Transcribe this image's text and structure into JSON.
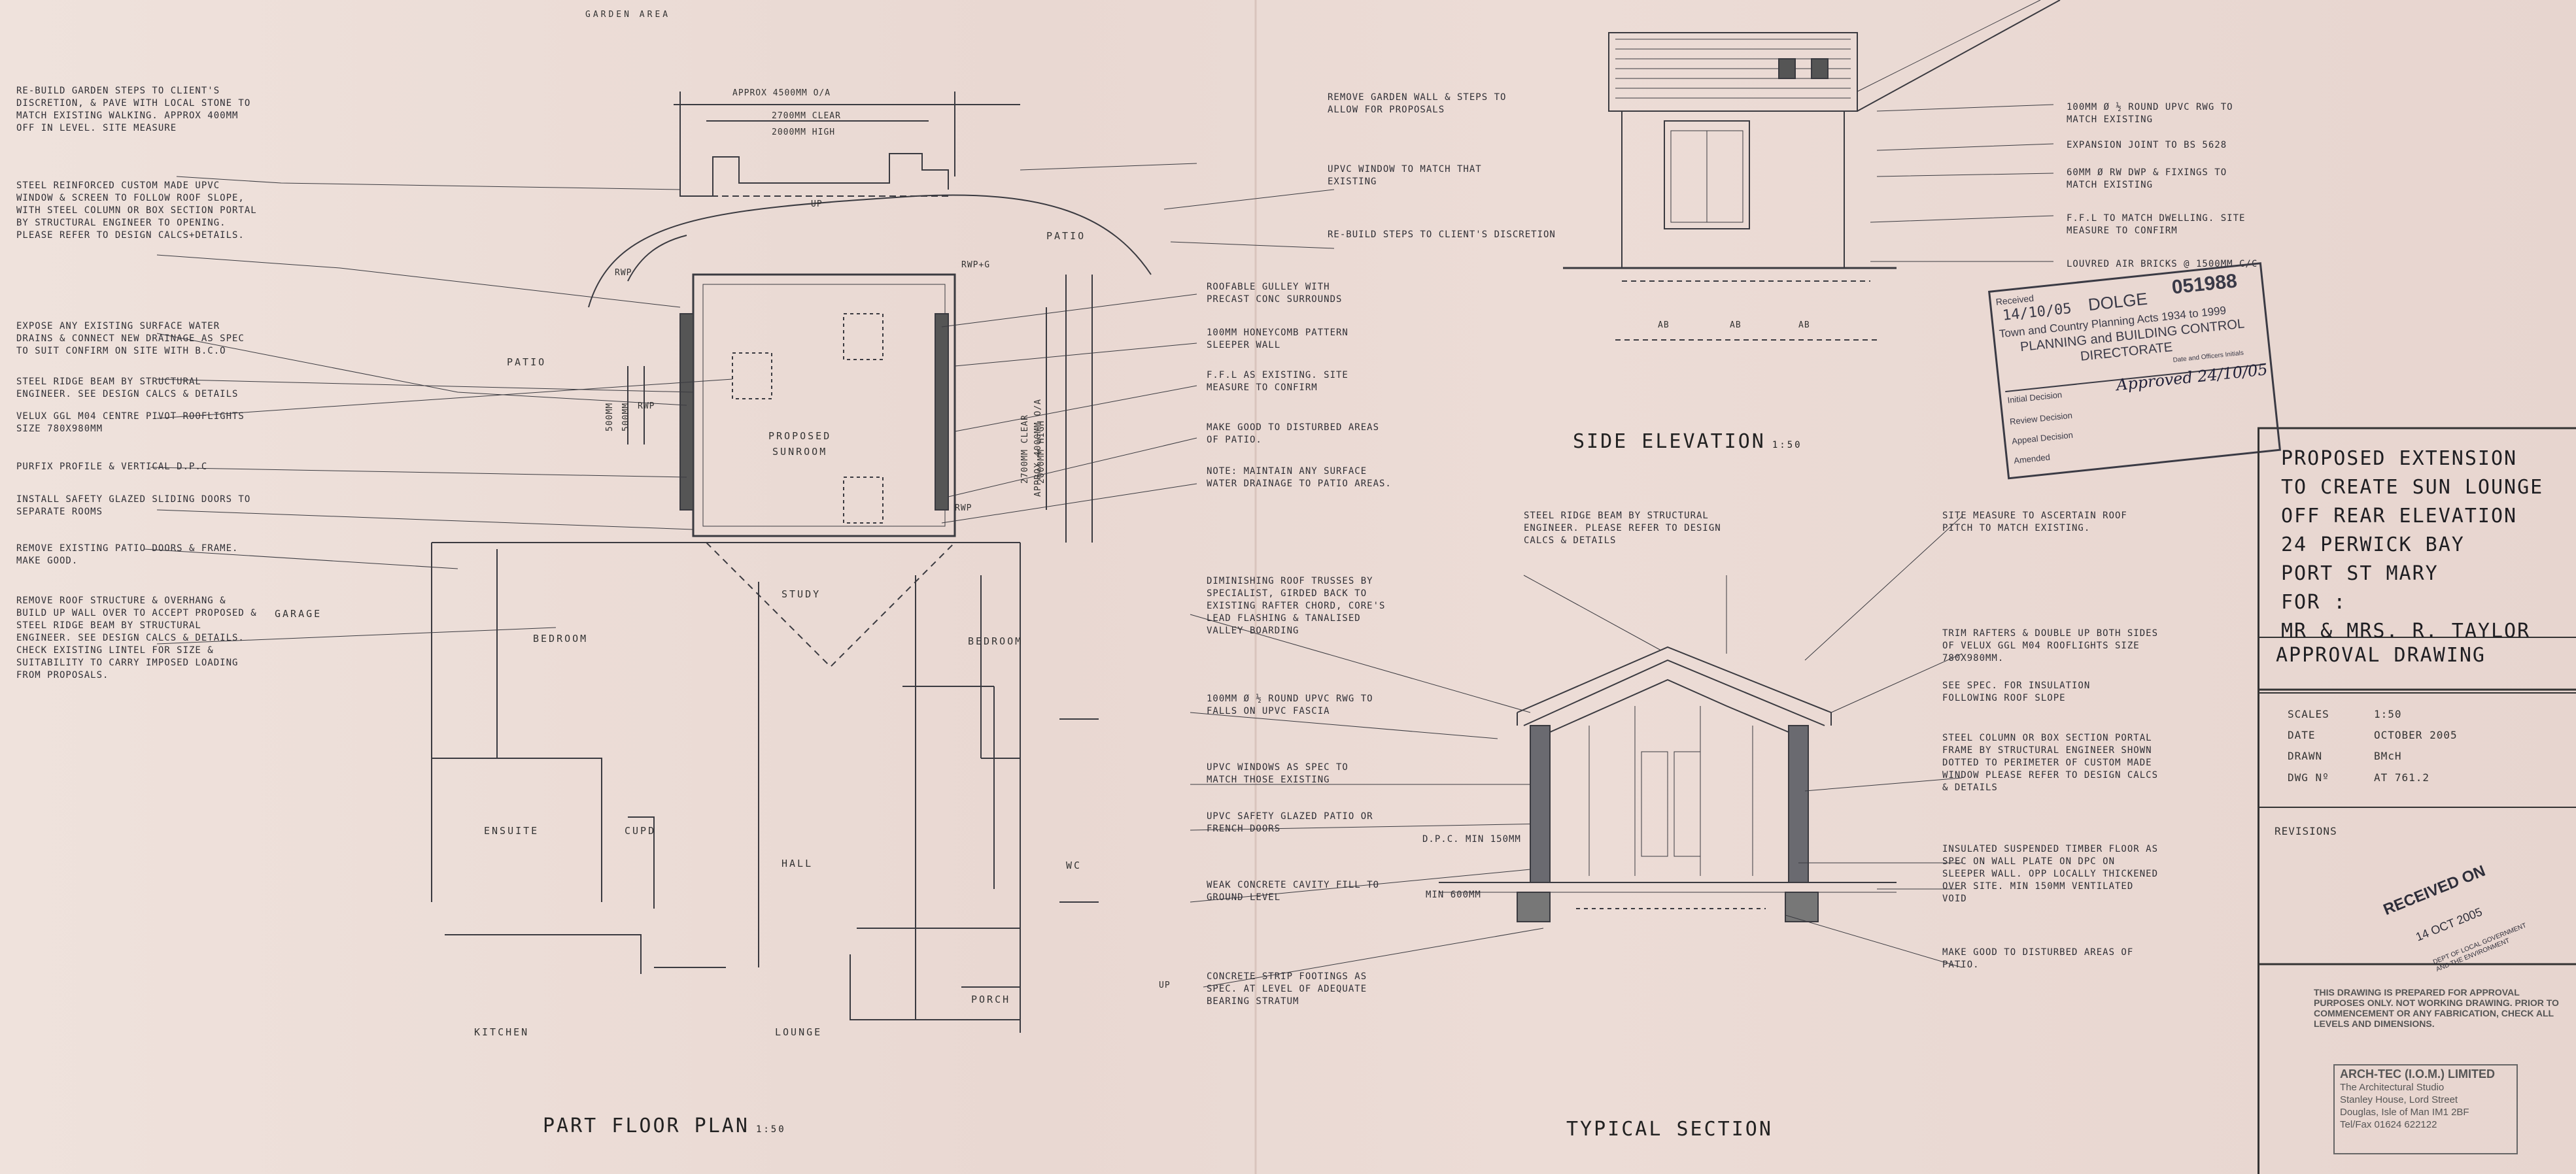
{
  "header_label": "GARDEN AREA",
  "plan_notes": {
    "n1": "RE-BUILD GARDEN STEPS TO CLIENT'S DISCRETION, & PAVE WITH LOCAL STONE TO MATCH EXISTING WALKING. APPROX 400MM OFF IN LEVEL. SITE MEASURE",
    "n2": "STEEL REINFORCED CUSTOM MADE UPVC WINDOW & SCREEN TO FOLLOW ROOF SLOPE, WITH STEEL COLUMN OR BOX SECTION PORTAL BY STRUCTURAL ENGINEER TO OPENING. PLEASE REFER TO DESIGN CALCS+DETAILS.",
    "n3": "EXPOSE ANY EXISTING SURFACE WATER DRAINS & CONNECT NEW DRAINAGE AS SPEC TO SUIT CONFIRM ON SITE WITH B.C.O",
    "n4": "STEEL RIDGE BEAM BY STRUCTURAL ENGINEER. SEE DESIGN CALCS & DETAILS",
    "n5": "VELUX GGL M04 CENTRE PIVOT ROOFLIGHTS SIZE 780x980MM",
    "n6": "PURFIX PROFILE & VERTICAL D.P.C",
    "n7": "INSTALL SAFETY GLAZED SLIDING DOORS TO SEPARATE ROOMS",
    "n8": "REMOVE EXISTING PATIO DOORS & FRAME. MAKE GOOD.",
    "n9": "REMOVE ROOF STRUCTURE & OVERHANG & BUILD UP WALL OVER TO ACCEPT PROPOSED & STEEL RIDGE BEAM BY STRUCTURAL ENGINEER. SEE DESIGN CALCS & DETAILS. CHECK EXISTING LINTEL FOR SIZE & SUITABILITY TO CARRY IMPOSED LOADING FROM PROPOSALS."
  },
  "middle_notes": {
    "m1": "REMOVE GARDEN WALL & STEPS TO ALLOW FOR PROPOSALS",
    "m2": "UPVC WINDOW TO MATCH THAT EXISTING",
    "m3": "RE-BUILD STEPS TO CLIENT'S DISCRETION",
    "m4": "ROOFABLE GULLEY WITH PRECAST CONC SURROUNDS",
    "m5": "100MM HONEYCOMB PATTERN SLEEPER WALL",
    "m6": "F.F.L AS EXISTING. SITE MEASURE TO CONFIRM",
    "m7": "MAKE GOOD TO DISTURBED AREAS OF PATIO.",
    "m8": "NOTE: MAINTAIN ANY SURFACE WATER DRAINAGE TO PATIO AREAS.",
    "m9": "DIMINISHING ROOF TRUSSES BY SPECIALIST, GIRDED BACK TO EXISTING RAFTER CHORD, CORE'S LEAD FLASHING & TANALISED VALLEY BOARDING",
    "m10": "100MM Ø ½ ROUND UPVC RWG TO FALLS ON UPVC FASCIA",
    "m11": "UPVC WINDOWS AS SPEC TO MATCH THOSE EXISTING",
    "m12": "UPVC SAFETY GLAZED PATIO OR FRENCH DOORS",
    "m13": "WEAK CONCRETE CAVITY FILL TO GROUND LEVEL",
    "m14": "CONCRETE STRIP FOOTINGS AS SPEC. AT LEVEL OF ADEQUATE BEARING STRATUM"
  },
  "elevation_notes": {
    "e1": "100MM Ø ½ ROUND UPVC RWG TO MATCH EXISTING",
    "e2": "EXPANSION JOINT TO BS 5628",
    "e3": "60MM Ø RW DWP & FIXINGS TO MATCH EXISTING",
    "e4": "F.F.L TO MATCH DWELLING. SITE MEASURE TO CONFIRM",
    "e5": "LOUVRED AIR BRICKS @ 1500MM C/C"
  },
  "section_notes": {
    "s1": "STEEL RIDGE BEAM BY STRUCTURAL ENGINEER. PLEASE REFER TO DESIGN CALCS & DETAILS",
    "s2": "SITE MEASURE TO ASCERTAIN ROOF PITCH TO MATCH EXISTING.",
    "s3": "TRIM RAFTERS & DOUBLE UP BOTH SIDES OF VELUX GGL M04 ROOFLIGHTS SIZE 780x980MM.",
    "s4": "SEE SPEC. FOR INSULATION FOLLOWING ROOF SLOPE",
    "s5": "STEEL COLUMN OR BOX SECTION PORTAL FRAME BY STRUCTURAL ENGINEER SHOWN DOTTED TO PERIMETER OF CUSTOM MADE WINDOW PLEASE REFER TO DESIGN CALCS & DETAILS",
    "s6": "INSULATED SUSPENDED TIMBER FLOOR AS SPEC ON WALL PLATE ON DPC ON SLEEPER WALL. OPP LOCALLY THICKENED OVER SITE. MIN 150MM VENTILATED VOID",
    "s7": "MAKE GOOD TO DISTURBED AREAS OF PATIO.",
    "dpc": "D.P.C. MIN 150MM",
    "min": "MIN 600MM"
  },
  "dims": {
    "d1": "APPROX 4500MM O/A",
    "d2": "2700MM CLEAR",
    "d3": "2000MM HIGH",
    "d4": "APPROX 4000MM O/A",
    "d5": "2700MM CLEAR",
    "d6": "2000MM HIGH",
    "d7": "500MM",
    "d8": "500MM",
    "rwp": "RWP",
    "rwp2": "RWP+G",
    "rwp3": "RWP",
    "rwp4": "RWP",
    "up1": "UP",
    "up2": "UP",
    "ab1": "AB",
    "ab2": "AB",
    "ab3": "AB"
  },
  "rooms": {
    "patio1": "PATIO",
    "patio2": "PATIO",
    "sunroom": "PROPOSED\nSUNROOM",
    "garage": "GARAGE",
    "bedroom1": "BEDROOM",
    "study": "STUDY",
    "bedroom2": "BEDROOM",
    "ensuite": "ENSUITE",
    "cupd": "CUPD",
    "hall": "HALL",
    "wc": "WC",
    "porch": "PORCH",
    "kitchen": "KITCHEN",
    "lounge": "LOUNGE"
  },
  "titles": {
    "plan": "PART FLOOR PLAN",
    "plan_scale": "1:50",
    "elevation": "SIDE ELEVATION",
    "elevation_scale": "1:50",
    "section": "TYPICAL SECTION"
  },
  "title_block": {
    "project": "PROPOSED EXTENSION\nTO CREATE SUN LOUNGE\nOFF REAR ELEVATION\n24 PERWICK BAY\nPORT ST MARY\nFOR :\nMR & MRS. R. TAYLOR",
    "approval": "APPROVAL DRAWING",
    "scales_label": "SCALES",
    "scales_value": "1:50",
    "date_label": "DATE",
    "date_value": "OCTOBER 2005",
    "drawn_label": "DRAWN",
    "drawn_value": "BMcH",
    "dwg_label": "DWG Nº",
    "dwg_value": "AT 761.2",
    "revisions": "REVISIONS",
    "disclaimer": "THIS DRAWING IS PREPARED FOR APPROVAL PURPOSES ONLY. NOT WORKING DRAWING. PRIOR TO COMMENCEMENT OR ANY FABRICATION, CHECK ALL LEVELS AND DIMENSIONS.",
    "firm_name": "ARCH-TEC (I.O.M.) LIMITED",
    "firm_l1": "The Architectural Studio",
    "firm_l2": "Stanley House, Lord Street",
    "firm_l3": "Douglas, Isle of Man IM1 2BF",
    "firm_l4": "Tel/Fax 01624 622122"
  },
  "stamp": {
    "received_label": "Received",
    "received_date": "14/10/05",
    "ref": "DOLGE",
    "number": "051988",
    "line1": "Town and Country Planning Acts 1934 to 1999",
    "line2": "PLANNING and BUILDING CONTROL",
    "line3": "DIRECTORATE",
    "date_small": "Date and Officers Initials",
    "row1": "Initial Decision",
    "row1_value": "Approved 24/10/05",
    "row2": "Review Decision",
    "row3": "Appeal Decision",
    "row4": "Amended"
  },
  "received_stamp": {
    "title": "RECEIVED ON",
    "date": "14 OCT 2005",
    "dept": "DEPT OF LOCAL GOVERNMENT AND THE ENVIRONMENT"
  }
}
